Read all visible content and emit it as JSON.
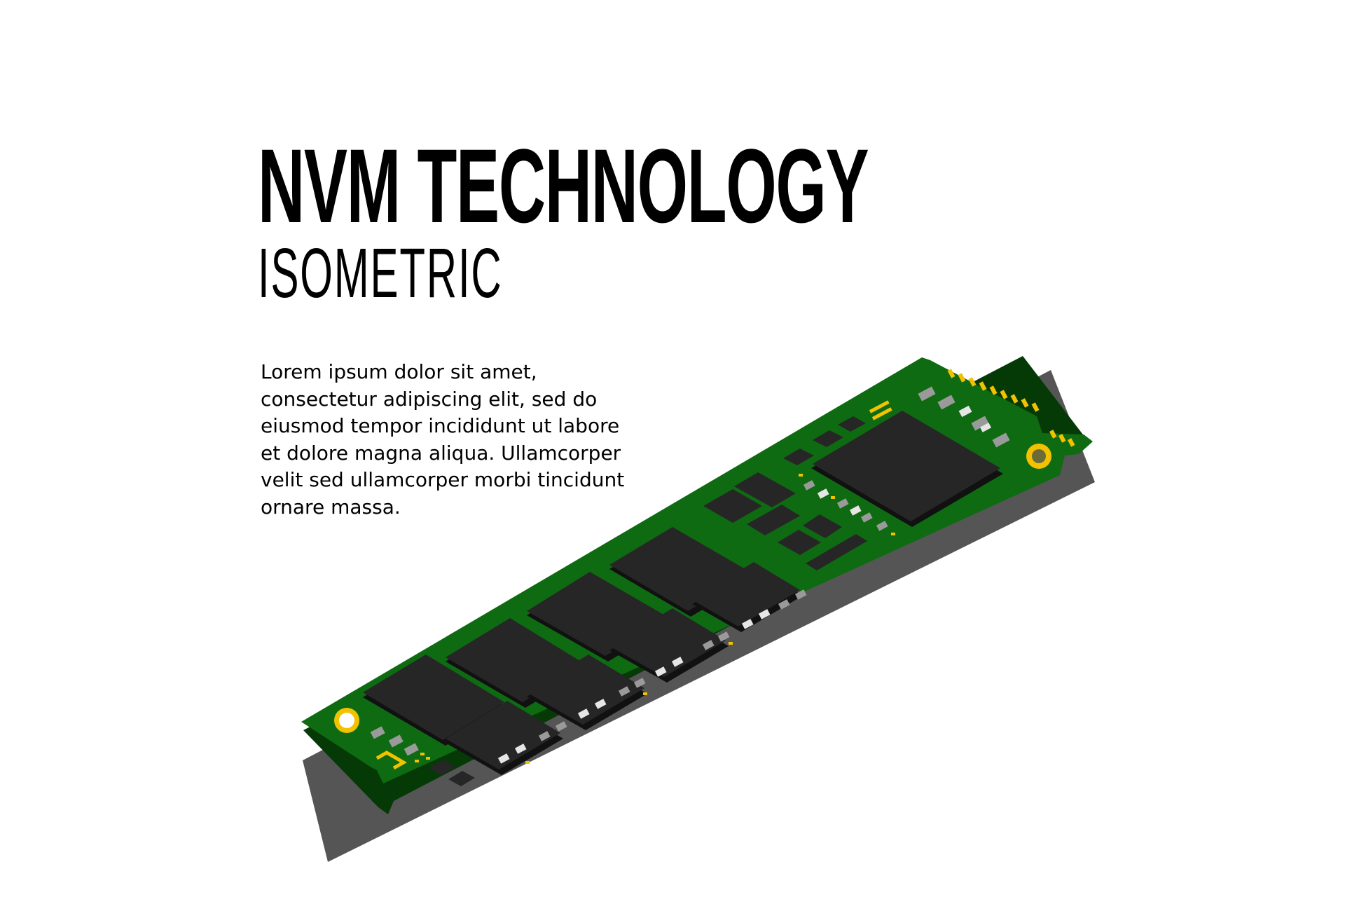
{
  "heading": {
    "title": "NVM TECHNOLOGY",
    "subtitle": "ISOMETRIC"
  },
  "body": {
    "paragraph": "Lorem ipsum dolor sit amet, consectetur adipiscing elit, sed do eiusmod tempor incididunt ut labore et dolore magna aliqua. Ullamcorper velit sed ullamcorper morbi tincidunt ornare massa."
  },
  "illustration": {
    "subject": "m2-ssd-module",
    "colors": {
      "pcb": "#0e6b12",
      "pcb_edge": "#053a07",
      "chip": "#1b1b1b",
      "chip_top": "#262626",
      "gold": "#f2c200",
      "shadow": "#555555",
      "component_light": "#e6e6e6",
      "component_mid": "#9a9a9a"
    }
  }
}
